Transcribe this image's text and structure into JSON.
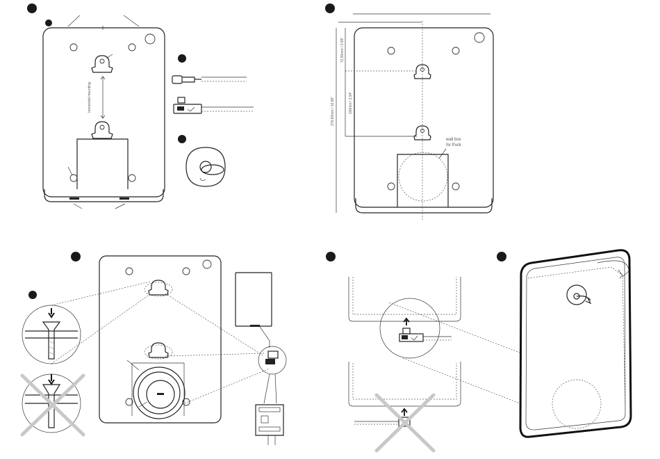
{
  "labels": {
    "horizontal_mounting": "horizontal mounting",
    "wall_box": "wall box",
    "for_puck": "for Puck",
    "dim_total": "276,60mm / 10.89\"",
    "dim_upper": "72,50mm / 2.85\"",
    "dim_lower": "100mm / 3.94\""
  },
  "colors": {
    "step_dot": "#1a1a1a",
    "line": "#222222",
    "cross": "#c8c8c8"
  }
}
